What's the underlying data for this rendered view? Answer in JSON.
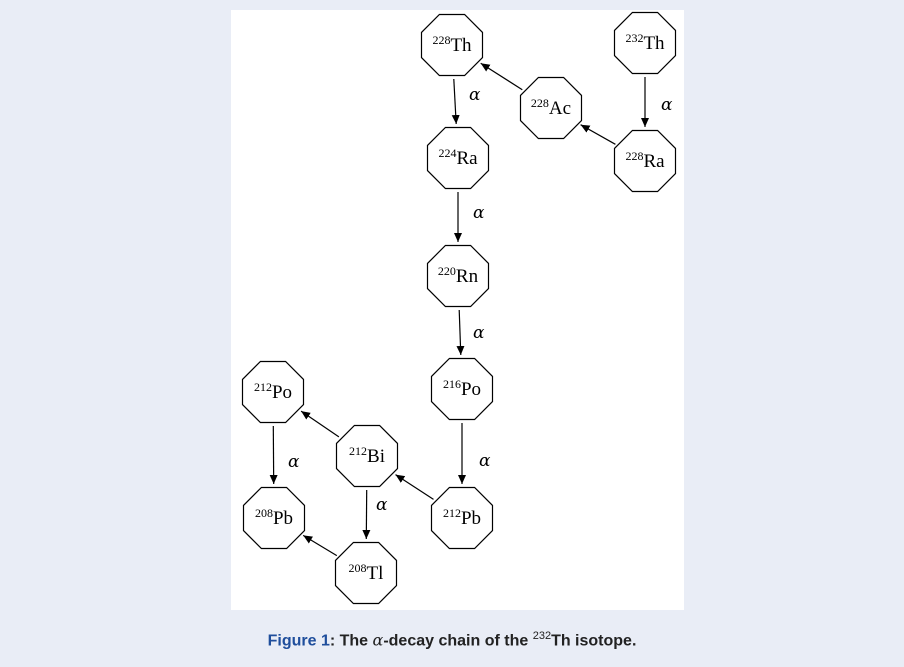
{
  "nodes": [
    {
      "id": "th228",
      "mass": "228",
      "symbol": "Th"
    },
    {
      "id": "th232",
      "mass": "232",
      "symbol": "Th"
    },
    {
      "id": "ac228",
      "mass": "228",
      "symbol": "Ac"
    },
    {
      "id": "ra224",
      "mass": "224",
      "symbol": "Ra"
    },
    {
      "id": "ra228",
      "mass": "228",
      "symbol": "Ra"
    },
    {
      "id": "rn220",
      "mass": "220",
      "symbol": "Rn"
    },
    {
      "id": "po216",
      "mass": "216",
      "symbol": "Po"
    },
    {
      "id": "po212",
      "mass": "212",
      "symbol": "Po"
    },
    {
      "id": "bi212",
      "mass": "212",
      "symbol": "Bi"
    },
    {
      "id": "pb212",
      "mass": "212",
      "symbol": "Pb"
    },
    {
      "id": "pb208",
      "mass": "208",
      "symbol": "Pb"
    },
    {
      "id": "tl208",
      "mass": "208",
      "symbol": "Tl"
    }
  ],
  "edges": [
    {
      "from": "th232",
      "to": "ra228",
      "label": "α"
    },
    {
      "from": "ra228",
      "to": "ac228",
      "label": ""
    },
    {
      "from": "ac228",
      "to": "th228",
      "label": ""
    },
    {
      "from": "th228",
      "to": "ra224",
      "label": "α"
    },
    {
      "from": "ra224",
      "to": "rn220",
      "label": "α"
    },
    {
      "from": "rn220",
      "to": "po216",
      "label": "α"
    },
    {
      "from": "po216",
      "to": "pb212",
      "label": "α"
    },
    {
      "from": "pb212",
      "to": "bi212",
      "label": ""
    },
    {
      "from": "bi212",
      "to": "po212",
      "label": ""
    },
    {
      "from": "bi212",
      "to": "tl208",
      "label": "α"
    },
    {
      "from": "po212",
      "to": "pb208",
      "label": "α"
    },
    {
      "from": "tl208",
      "to": "pb208",
      "label": ""
    }
  ],
  "caption": {
    "figure_label": "Figure 1",
    "separator": ": ",
    "text_before_symbol": "The ",
    "symbol": "α",
    "text_after_symbol": "-decay chain of the ",
    "isotope_mass": "232",
    "text_end": "Th isotope."
  }
}
